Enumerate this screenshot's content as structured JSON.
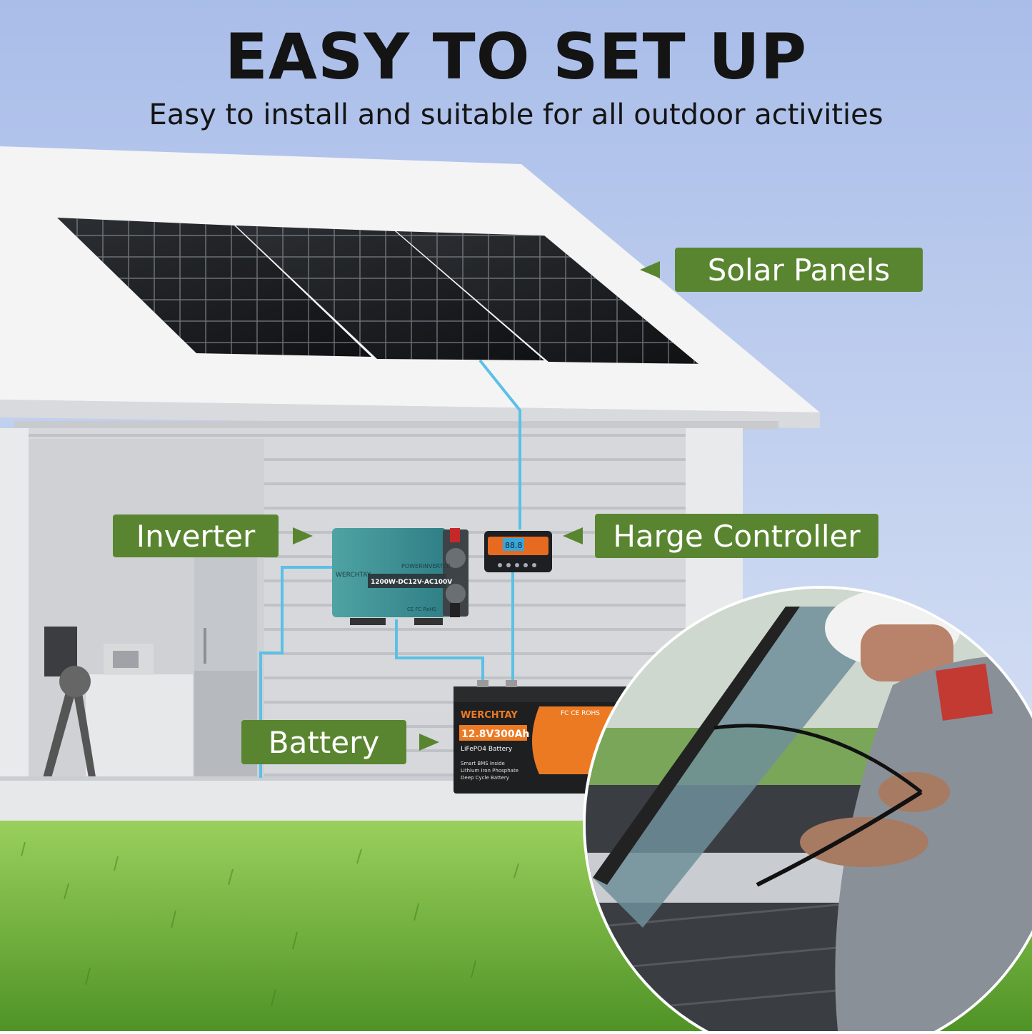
{
  "header": {
    "title": "EASY TO SET UP",
    "subtitle": "Easy to install and suitable for all outdoor activities"
  },
  "labels": {
    "solar_panels": "Solar Panels",
    "inverter": "Inverter",
    "charge_controller": "Harge Controller",
    "battery": "Battery"
  },
  "inverter_device": {
    "brand": "WERCHTAY",
    "type": "POWERINVERTER",
    "model": "1200W-DC12V-AC100V",
    "marks": "CE FC RoHS"
  },
  "controller_device": {
    "display": "88.8"
  },
  "battery_device": {
    "brand": "WERCHTAY",
    "capacity": "12.8V300Ah",
    "chemistry": "LiFePO4 Battery",
    "line1": "Smart BMS Inside",
    "line2": "Lithium Iron Phosphate",
    "line3": "Deep Cycle Battery",
    "marks": "FC CE ROHS"
  },
  "colors": {
    "label_bg": "#5a8530",
    "cable": "#5bc0e6",
    "sky_top": "#a9bde9",
    "grass": "#6fb23c"
  }
}
